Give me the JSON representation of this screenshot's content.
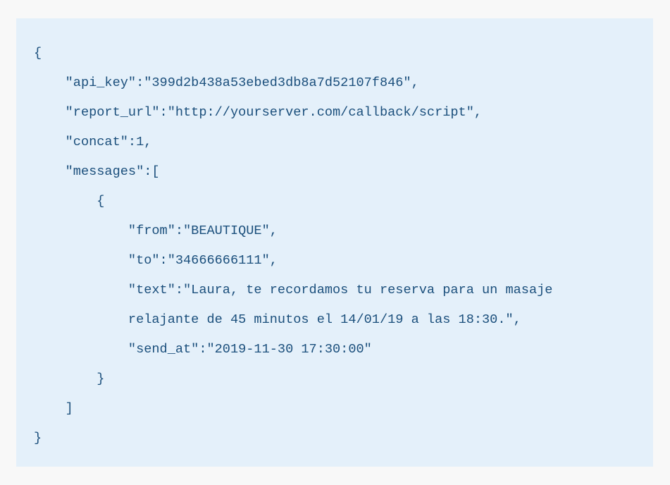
{
  "code_block": {
    "background": "#e4f0fa",
    "text_color": "#1b4f7c",
    "lines": [
      {
        "indent": 0,
        "text": "{"
      },
      {
        "indent": 1,
        "text": "\"api_key\":\"399d2b438a53ebed3db8a7d52107f846\","
      },
      {
        "indent": 1,
        "text": "\"report_url\":\"http://yourserver.com/callback/script\","
      },
      {
        "indent": 1,
        "text": "\"concat\":1,"
      },
      {
        "indent": 1,
        "text": "\"messages\":["
      },
      {
        "indent": 2,
        "text": "{"
      },
      {
        "indent": 3,
        "text": "\"from\":\"BEAUTIQUE\","
      },
      {
        "indent": 3,
        "text": "\"to\":\"34666666111\","
      },
      {
        "indent": 3,
        "text": "\"text\":\"Laura, te recordamos tu reserva para un masaje"
      },
      {
        "indent": 3,
        "text": "relajante de 45 minutos el 14/01/19 a las 18:30.\","
      },
      {
        "indent": 3,
        "text": "\"send_at\":\"2019-11-30 17:30:00\""
      },
      {
        "indent": 2,
        "text": "}"
      },
      {
        "indent": 1,
        "text": "]"
      },
      {
        "indent": 0,
        "text": "}"
      }
    ]
  }
}
